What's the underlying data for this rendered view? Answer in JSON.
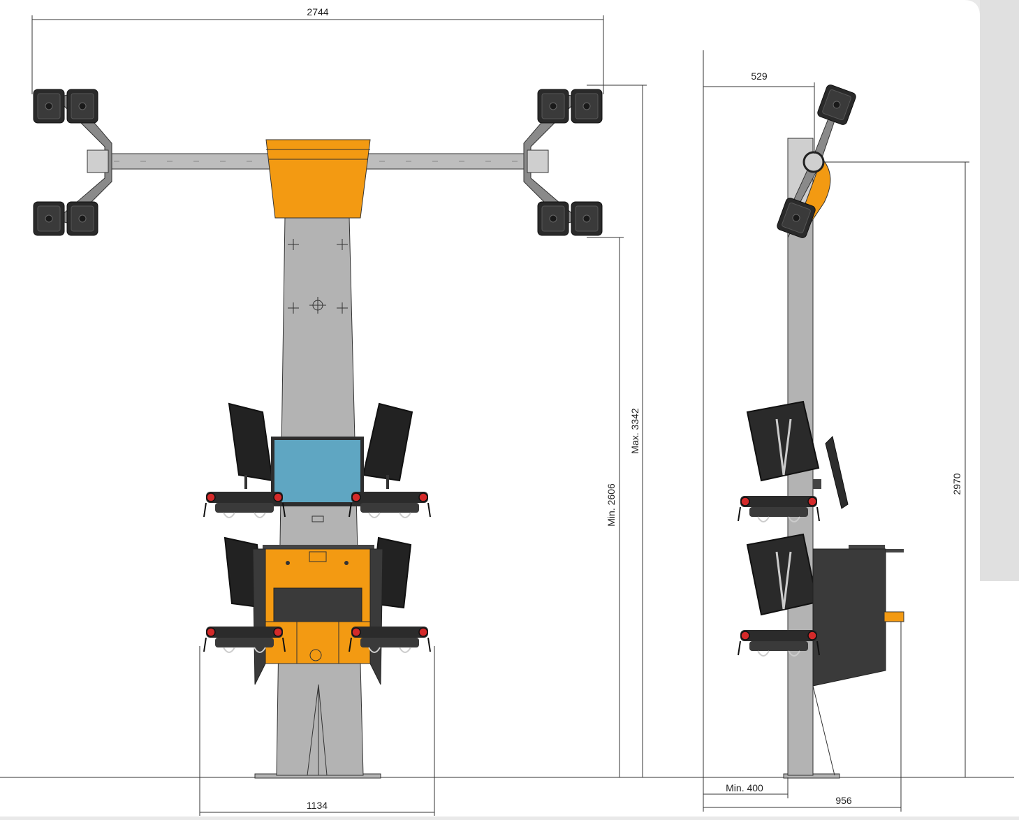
{
  "dimensions": {
    "top_width": "2744",
    "max_height": "Max. 3342",
    "min_height": "Min. 2606",
    "base_width": "1134",
    "side_arm_offset": "529",
    "side_height": "2970",
    "side_min_depth": "Min. 400",
    "side_depth": "956"
  },
  "colors": {
    "background": "#e9e9e9",
    "sheet": "#ffffff",
    "column": "#b3b3b3",
    "orange": "#f39a12",
    "dark": "#2d2d2d",
    "screen": "#5fa6c2",
    "line": "#333333"
  }
}
